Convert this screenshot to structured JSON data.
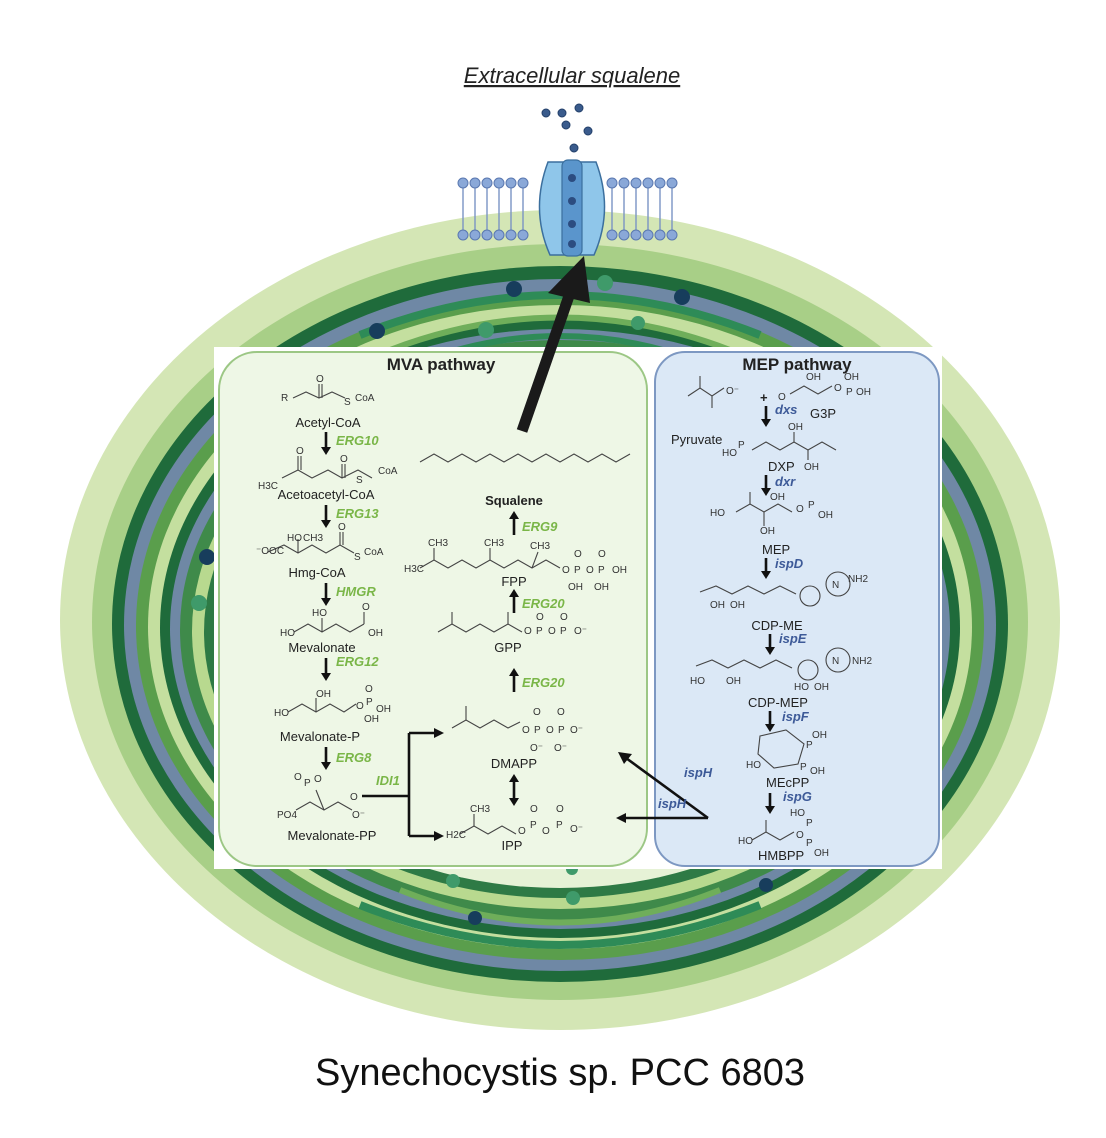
{
  "header": {
    "extracellular_label": "Extracellular squalene"
  },
  "footer": {
    "organism": "Synechocystis sp. PCC 6803"
  },
  "colors": {
    "outer_cell": "#d4e6b5",
    "light_green": "#a8cf87",
    "green": "#5a9e4c",
    "dark_green": "#1f6b3b",
    "slate_blue": "#6f88a5",
    "mva_box_fill": "#eef7e6",
    "mva_box_stroke": "#9cc785",
    "mep_box_fill": "#dbe8f6",
    "mep_box_stroke": "#7d98c2",
    "enzyme_green": "#7ab648",
    "enzyme_blue": "#3d5a98"
  },
  "mva": {
    "title": "MVA pathway",
    "steps": [
      {
        "compound": "Acetyl-CoA",
        "enzyme": "ERG10"
      },
      {
        "compound": "Acetoacetyl-CoA",
        "enzyme": "ERG13"
      },
      {
        "compound": "Hmg-CoA",
        "enzyme": "HMGR"
      },
      {
        "compound": "Mevalonate",
        "enzyme": "ERG12"
      },
      {
        "compound": "Mevalonate-P",
        "enzyme": "ERG8"
      },
      {
        "compound": "Mevalonate-PP",
        "enzyme": "IDI1"
      }
    ],
    "isoprenoids": {
      "dmapp": "DMAPP",
      "ipp": "IPP",
      "gpp": "GPP",
      "fpp": "FPP",
      "squalene": "Squalene",
      "erg20_a": "ERG20",
      "erg20_b": "ERG20",
      "erg9": "ERG9"
    }
  },
  "mep": {
    "title": "MEP pathway",
    "pyruvate": "Pyruvate",
    "g3p": "G3P",
    "steps": [
      {
        "compound": "DXP",
        "enzyme": "dxs"
      },
      {
        "compound": "MEP",
        "enzyme": "dxr"
      },
      {
        "compound": "CDP-ME",
        "enzyme": "ispD"
      },
      {
        "compound": "CDP-MEP",
        "enzyme": "ispE"
      },
      {
        "compound": "MEcPP",
        "enzyme": "ispF"
      },
      {
        "compound": "HMBPP",
        "enzyme": "ispG"
      }
    ],
    "to_dmapp": "ispH",
    "to_ipp": "ispH"
  },
  "atoms": {
    "r": "R",
    "coa": "CoA",
    "s": "S",
    "o": "O",
    "oh": "OH",
    "ho": "HO",
    "p": "P",
    "h3c": "H3C",
    "ch3": "CH3",
    "ooc": "⁻OOC",
    "po4": "PO4",
    "o_minus": "O⁻",
    "h2c": "H2C",
    "nh2": "NH2",
    "n": "N",
    "plus": "+"
  }
}
